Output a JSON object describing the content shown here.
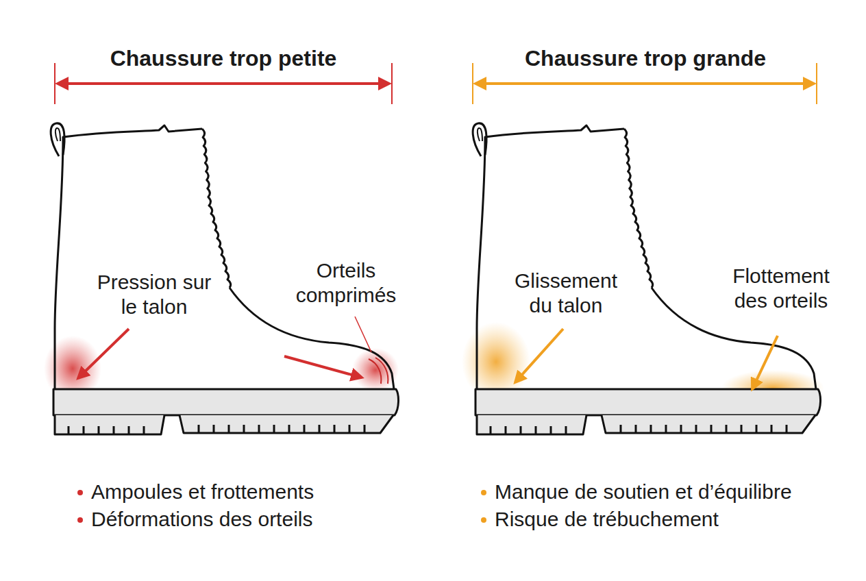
{
  "diagram": {
    "labels": [
      "Chaussure trop petite",
      "Pression sur le talon",
      "Orteils comprimés",
      "Ampoules et frottements",
      "Déformations des orteils",
      "Chaussure trop grande",
      "Glissement du talon",
      "Flottement des orteils",
      "Manque de soutien et d’équilibre",
      "Risque de trébuchement"
    ]
  }
}
